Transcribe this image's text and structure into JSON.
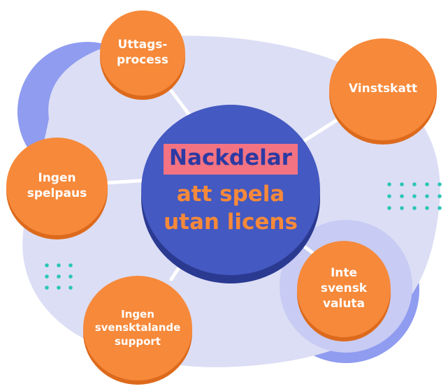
{
  "diagram": {
    "center": {
      "highlight": "Nackdelar",
      "subtitle": "att spela\nutan licens"
    },
    "nodes": [
      {
        "id": "uttagsprocess",
        "label": "Uttags-\nprocess"
      },
      {
        "id": "vinstskatt",
        "label": "Vinstskatt"
      },
      {
        "id": "ingen-spelpaus",
        "label": "Ingen\nspelpaus"
      },
      {
        "id": "inte-svensk-valuta",
        "label": "Inte\nsvensk\nvaluta"
      },
      {
        "id": "ingen-svensktalande-support",
        "label": "Ingen\nsvensktalande\nsupport"
      }
    ],
    "colors": {
      "node_orange": "#f6893a",
      "center_blue": "#4459c1",
      "highlight_pink": "#f37382",
      "blob_lavender": "#dcdef5",
      "circle_periwinkle": "#8f9cf0",
      "dots_teal": "#2cc6b6"
    }
  }
}
